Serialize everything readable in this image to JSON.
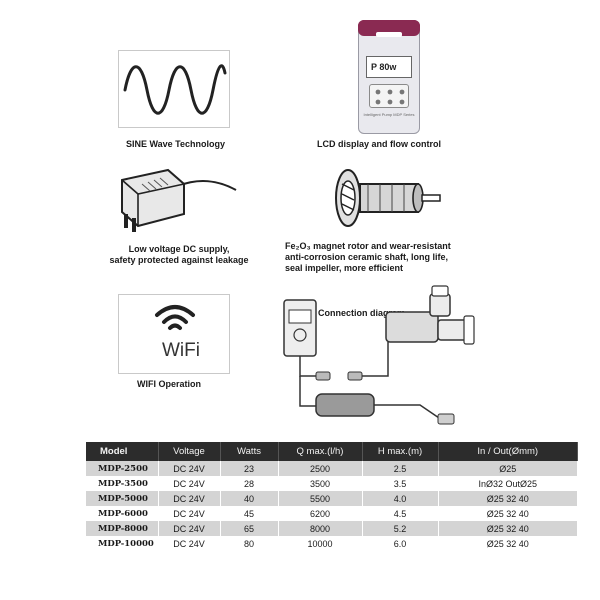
{
  "features": {
    "sine_caption": "SINE Wave Technology",
    "lcd_caption": "LCD display and flow control",
    "lcd_screen_text": "P 80w",
    "lcd_device_label": "Intelligent Pump MDP Series",
    "dc_caption_line1": "Low voltage DC supply,",
    "dc_caption_line2": "safety protected against leakage",
    "rotor_caption_line1": "Fe₂O₃ magnet rotor and wear-resistant",
    "rotor_caption_line2": "anti-corrosion ceramic shaft, long life,",
    "rotor_caption_line3": "seal impeller, more efficient",
    "wifi_text": "WiFi",
    "wifi_caption": "WIFI  Operation",
    "diagram_caption": "Connection diagram"
  },
  "icons": {
    "sine": "sine-wave-icon",
    "controller": "controller-device-icon",
    "adapter": "power-adapter-icon",
    "rotor": "magnet-rotor-icon",
    "wifi": "wifi-icon",
    "diagram": "connection-diagram-icon"
  },
  "colors": {
    "header_bg": "#2c2c2c",
    "row_shade": "#d4d4d4",
    "controller_accent": "#8a2a52"
  },
  "table": {
    "headers": [
      "Model",
      "Voltage",
      "Watts",
      "Q  max.(l/h)",
      "H max.(m)",
      "In / Out(Ømm)"
    ],
    "rows": [
      [
        "MDP-2500",
        "DC 24V",
        "23",
        "2500",
        "2.5",
        "Ø25"
      ],
      [
        "MDP-3500",
        "DC 24V",
        "28",
        "3500",
        "3.5",
        "InØ32 OutØ25"
      ],
      [
        "MDP-5000",
        "DC 24V",
        "40",
        "5500",
        "4.0",
        "Ø25 32 40"
      ],
      [
        "MDP-6000",
        "DC 24V",
        "45",
        "6200",
        "4.5",
        "Ø25 32 40"
      ],
      [
        "MDP-8000",
        "DC 24V",
        "65",
        "8000",
        "5.2",
        "Ø25 32 40"
      ],
      [
        "MDP-10000",
        "DC 24V",
        "80",
        "10000",
        "6.0",
        "Ø25 32 40"
      ]
    ]
  }
}
